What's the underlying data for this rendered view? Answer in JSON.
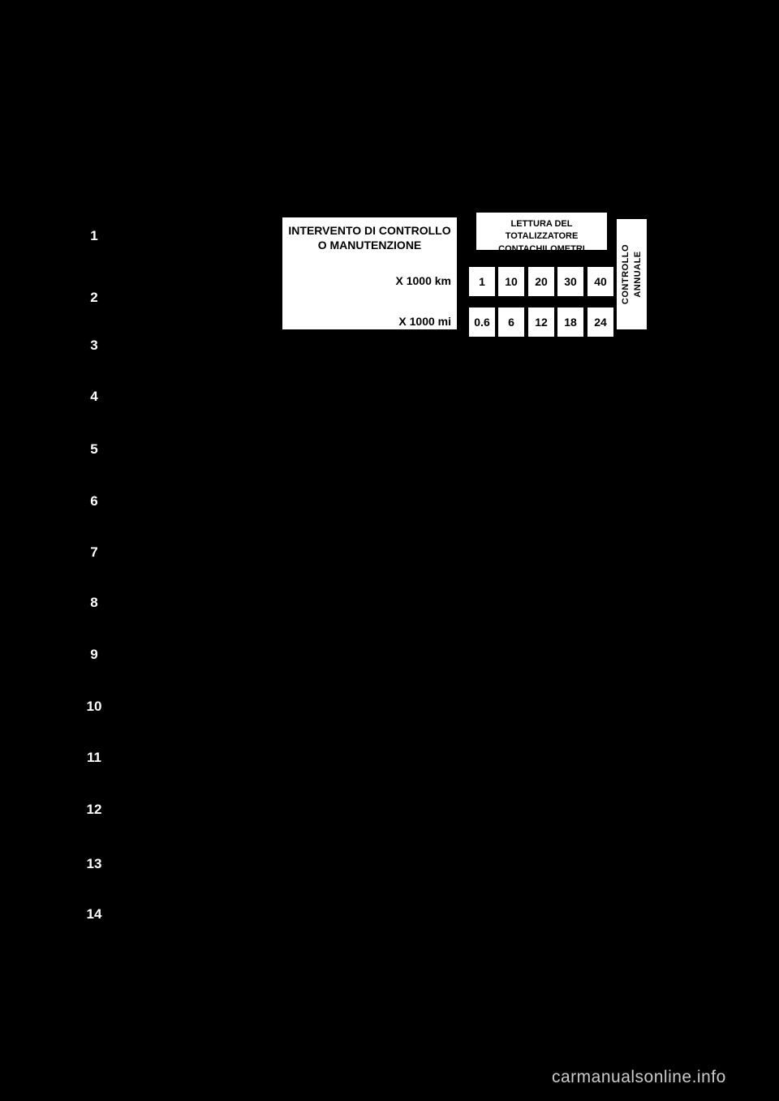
{
  "sidebar": {
    "numbers": [
      "1",
      "2",
      "3",
      "4",
      "5",
      "6",
      "7",
      "8",
      "9",
      "10",
      "11",
      "12",
      "13",
      "14"
    ]
  },
  "maintenance_table": {
    "intervention_header": {
      "line1": "INTERVENTO DI CONTROLLO",
      "line2": "O MANUTENZIONE"
    },
    "odometer_header": {
      "line1": "LETTURA DEL TOTALIZZATORE",
      "line2": "CONTACHILOMETRI"
    },
    "km_row": {
      "label": "X 1000 km",
      "values": [
        "1",
        "10",
        "20",
        "30",
        "40"
      ]
    },
    "mi_row": {
      "label": "X 1000 mi",
      "values": [
        "0.6",
        "6",
        "12",
        "18",
        "24"
      ]
    },
    "annual_check": {
      "line1": "CONTROLLO",
      "line2": "ANNUALE"
    }
  },
  "watermark": "carmanualsonline.info"
}
